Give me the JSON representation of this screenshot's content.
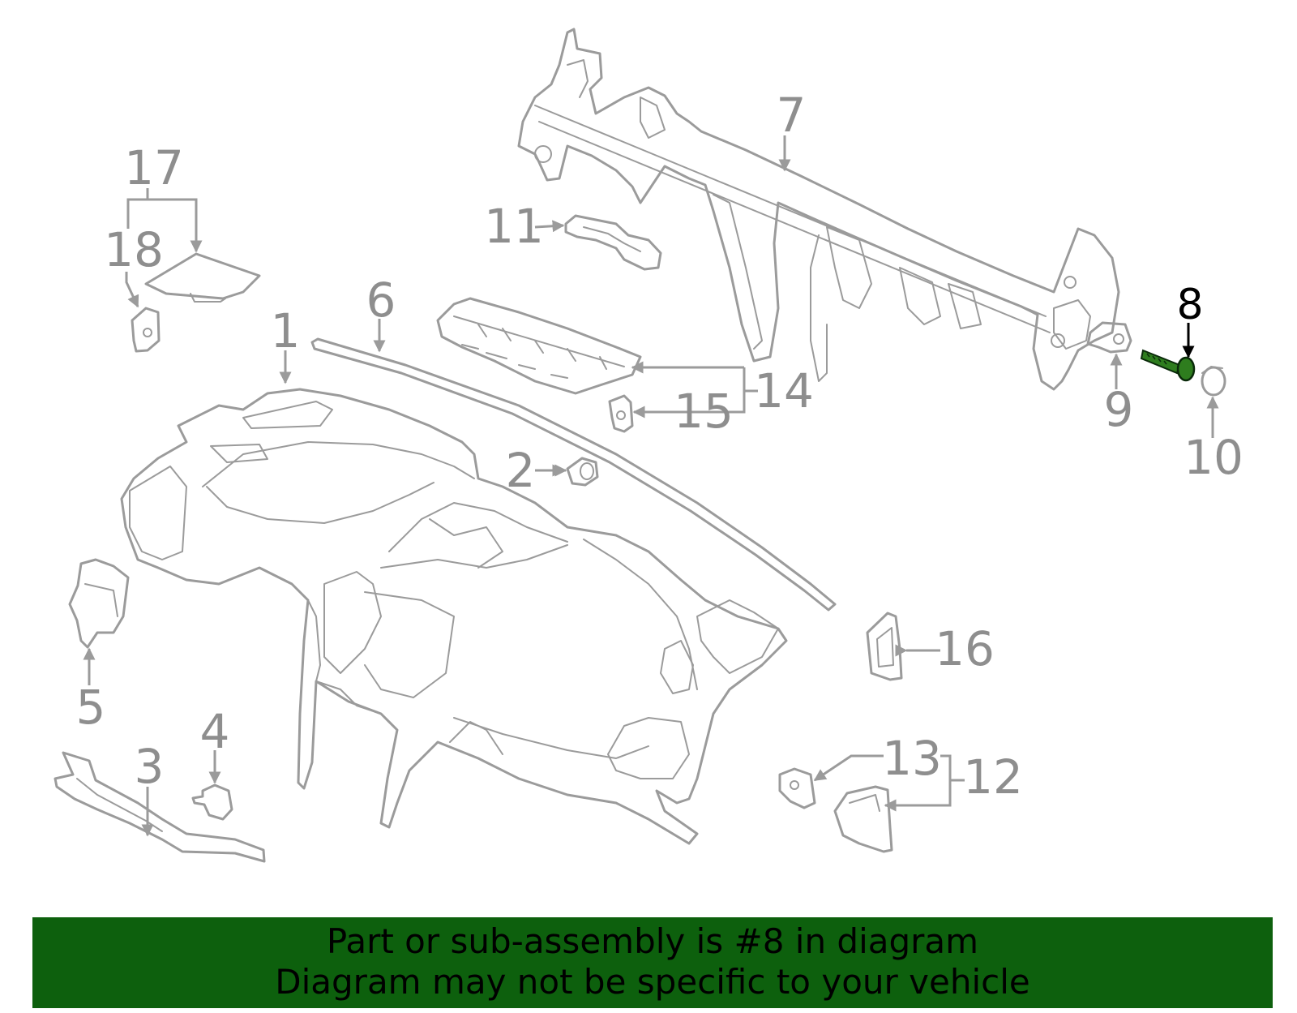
{
  "diagram": {
    "highlighted_part": "8",
    "highlight_color": "#2e7d1e",
    "callouts": [
      "1",
      "2",
      "3",
      "4",
      "5",
      "6",
      "7",
      "8",
      "9",
      "10",
      "11",
      "12",
      "13",
      "14",
      "15",
      "16",
      "17",
      "18"
    ]
  },
  "banner": {
    "background": "#0d600d",
    "line1": "Part or sub-assembly is #8 in diagram",
    "line2": "Diagram may not be specific to your vehicle"
  }
}
